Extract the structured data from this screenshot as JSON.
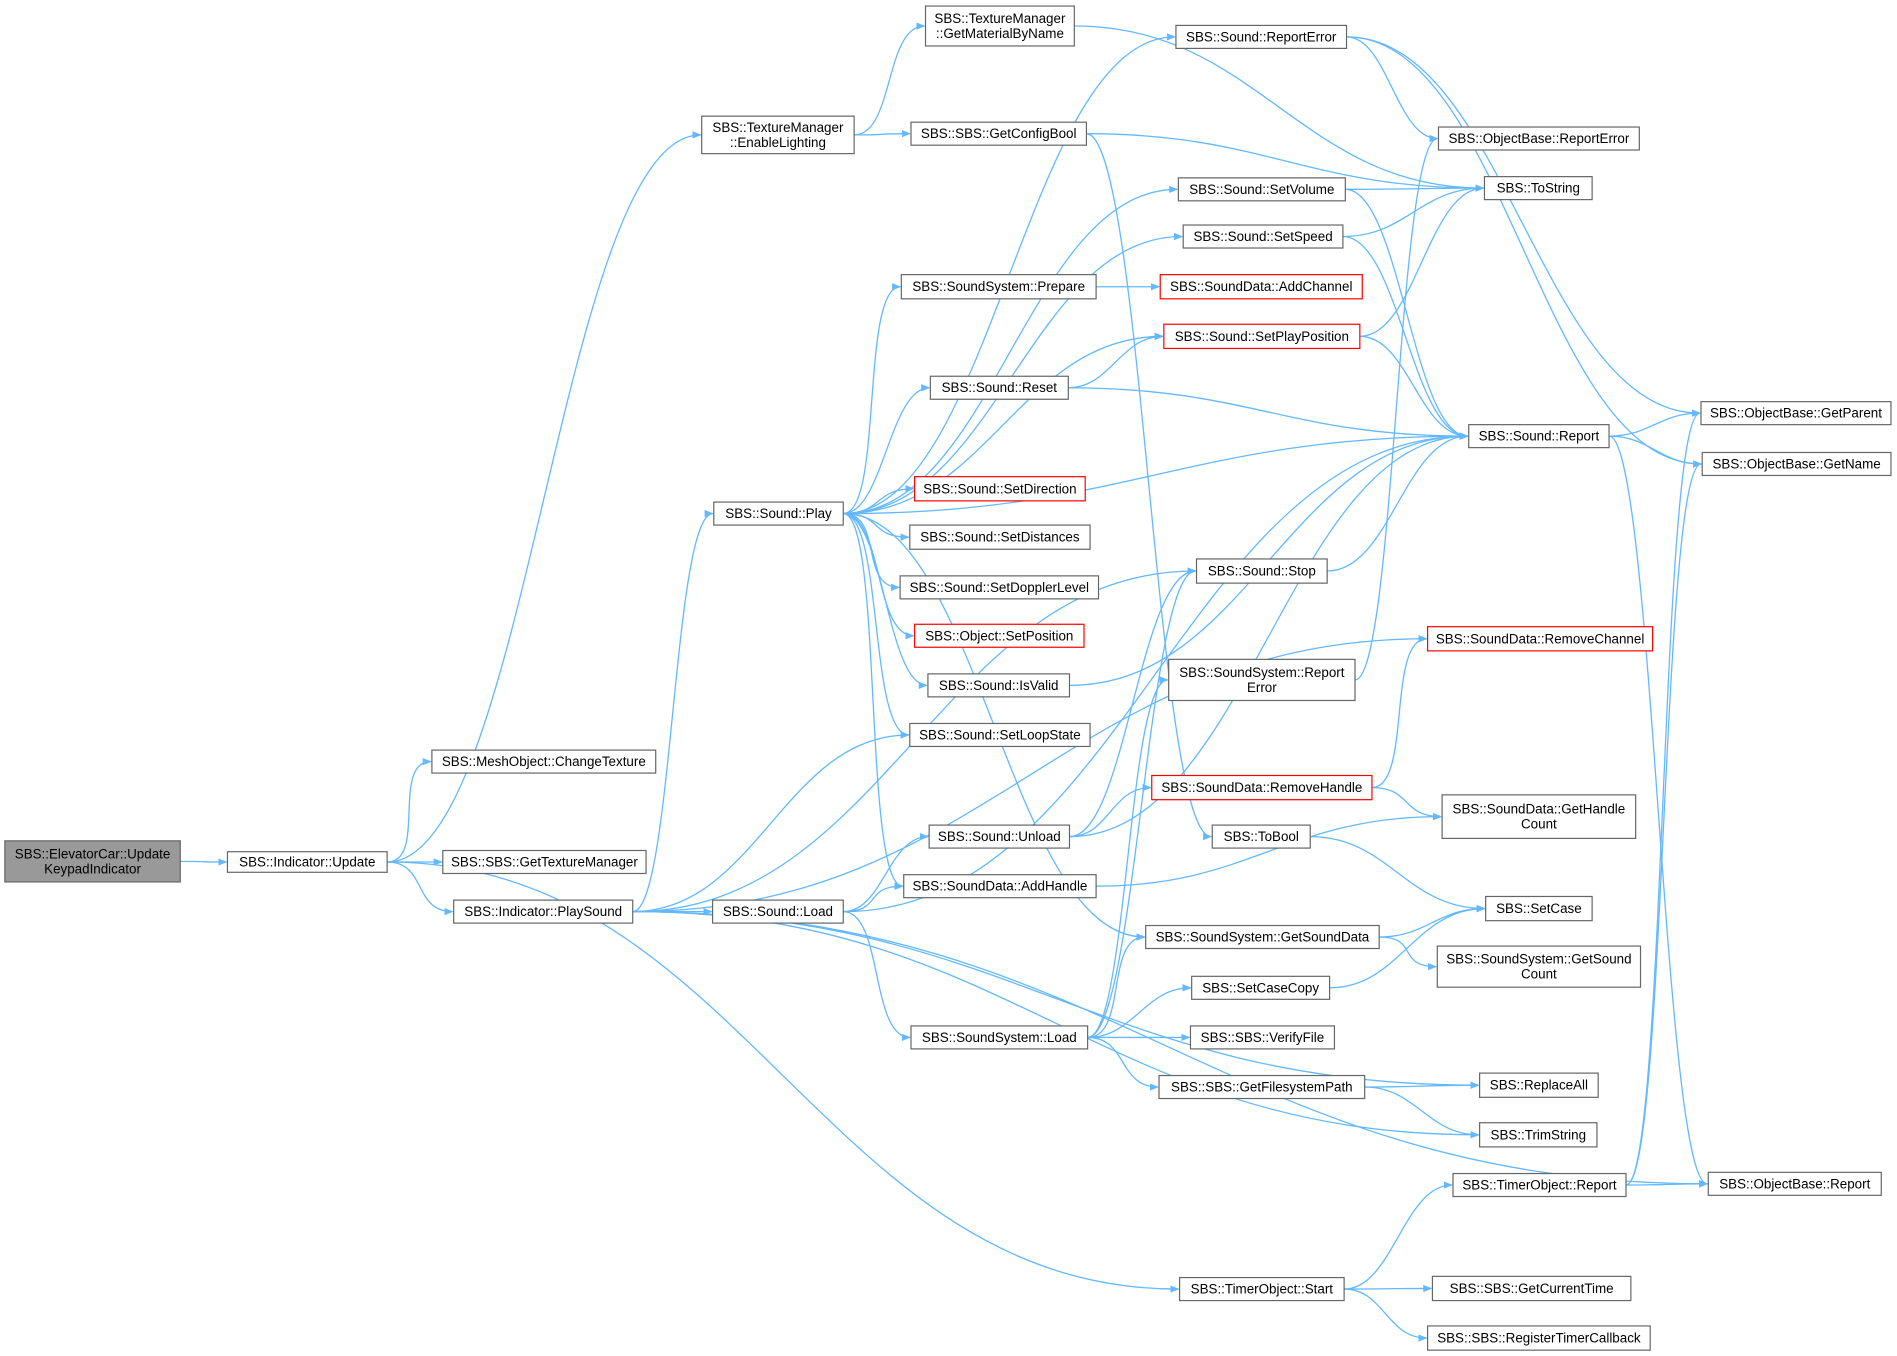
{
  "colors": {
    "edge": "#63b8ff",
    "normal_border": "#666666",
    "normal_fill": "#ffffff",
    "truncated_border": "#ff0000",
    "root_fill": "#999999",
    "root_border": "#666666"
  },
  "nodes": {
    "root": {
      "lines": [
        "SBS::ElevatorCar::Update",
        "KeypadIndicator"
      ],
      "style": "root"
    },
    "ind_update": {
      "lines": [
        "SBS::Indicator::Update"
      ],
      "style": "normal"
    },
    "mesh_change": {
      "lines": [
        "SBS::MeshObject::ChangeTexture"
      ],
      "style": "normal"
    },
    "get_texmgr": {
      "lines": [
        "SBS::SBS::GetTextureManager"
      ],
      "style": "normal"
    },
    "ind_playsound": {
      "lines": [
        "SBS::Indicator::PlaySound"
      ],
      "style": "normal"
    },
    "tex_enable": {
      "lines": [
        "SBS::TextureManager",
        "::EnableLighting"
      ],
      "style": "normal"
    },
    "tex_getmat": {
      "lines": [
        "SBS::TextureManager",
        "::GetMaterialByName"
      ],
      "style": "normal"
    },
    "sound_play": {
      "lines": [
        "SBS::Sound::Play"
      ],
      "style": "normal"
    },
    "sound_load": {
      "lines": [
        "SBS::Sound::Load"
      ],
      "style": "normal"
    },
    "get_configbool": {
      "lines": [
        "SBS::SBS::GetConfigBool"
      ],
      "style": "normal"
    },
    "ss_prepare": {
      "lines": [
        "SBS::SoundSystem::Prepare"
      ],
      "style": "normal"
    },
    "sound_reset": {
      "lines": [
        "SBS::Sound::Reset"
      ],
      "style": "normal"
    },
    "sound_setdirection": {
      "lines": [
        "SBS::Sound::SetDirection"
      ],
      "style": "truncated"
    },
    "sound_setdistances": {
      "lines": [
        "SBS::Sound::SetDistances"
      ],
      "style": "normal"
    },
    "sound_setdoppler": {
      "lines": [
        "SBS::Sound::SetDopplerLevel"
      ],
      "style": "normal"
    },
    "obj_setposition": {
      "lines": [
        "SBS::Object::SetPosition"
      ],
      "style": "truncated"
    },
    "sound_isvalid": {
      "lines": [
        "SBS::Sound::IsValid"
      ],
      "style": "normal"
    },
    "sound_setloop": {
      "lines": [
        "SBS::Sound::SetLoopState"
      ],
      "style": "normal"
    },
    "sound_unload": {
      "lines": [
        "SBS::Sound::Unload"
      ],
      "style": "normal"
    },
    "sd_addhandle": {
      "lines": [
        "SBS::SoundData::AddHandle"
      ],
      "style": "normal"
    },
    "ss_load": {
      "lines": [
        "SBS::SoundSystem::Load"
      ],
      "style": "normal"
    },
    "sound_reporterror": {
      "lines": [
        "SBS::Sound::ReportError"
      ],
      "style": "normal"
    },
    "sound_setvolume": {
      "lines": [
        "SBS::Sound::SetVolume"
      ],
      "style": "normal"
    },
    "sound_setspeed": {
      "lines": [
        "SBS::Sound::SetSpeed"
      ],
      "style": "normal"
    },
    "sd_addchannel": {
      "lines": [
        "SBS::SoundData::AddChannel"
      ],
      "style": "truncated"
    },
    "sound_setplaypos": {
      "lines": [
        "SBS::Sound::SetPlayPosition"
      ],
      "style": "truncated"
    },
    "sound_stop": {
      "lines": [
        "SBS::Sound::Stop"
      ],
      "style": "normal"
    },
    "ss_reporterror": {
      "lines": [
        "SBS::SoundSystem::Report",
        "Error"
      ],
      "style": "normal"
    },
    "sd_removehandle": {
      "lines": [
        "SBS::SoundData::RemoveHandle"
      ],
      "style": "truncated"
    },
    "tobool": {
      "lines": [
        "SBS::ToBool"
      ],
      "style": "normal"
    },
    "ss_getsounddata": {
      "lines": [
        "SBS::SoundSystem::GetSoundData"
      ],
      "style": "normal"
    },
    "setcasecopy": {
      "lines": [
        "SBS::SetCaseCopy"
      ],
      "style": "normal"
    },
    "verifyfile": {
      "lines": [
        "SBS::SBS::VerifyFile"
      ],
      "style": "normal"
    },
    "getfspath": {
      "lines": [
        "SBS::SBS::GetFilesystemPath"
      ],
      "style": "normal"
    },
    "timer_start": {
      "lines": [
        "SBS::TimerObject::Start"
      ],
      "style": "normal"
    },
    "ob_reporterror": {
      "lines": [
        "SBS::ObjectBase::ReportError"
      ],
      "style": "normal"
    },
    "tostring": {
      "lines": [
        "SBS::ToString"
      ],
      "style": "normal"
    },
    "sound_report": {
      "lines": [
        "SBS::Sound::Report"
      ],
      "style": "normal"
    },
    "sd_removechannel": {
      "lines": [
        "SBS::SoundData::RemoveChannel"
      ],
      "style": "truncated"
    },
    "sd_gethandlecount": {
      "lines": [
        "SBS::SoundData::GetHandle",
        "Count"
      ],
      "style": "normal"
    },
    "setcase": {
      "lines": [
        "SBS::SetCase"
      ],
      "style": "normal"
    },
    "ss_getsoundcount": {
      "lines": [
        "SBS::SoundSystem::GetSound",
        "Count"
      ],
      "style": "normal"
    },
    "replaceall": {
      "lines": [
        "SBS::ReplaceAll"
      ],
      "style": "normal"
    },
    "trimstring": {
      "lines": [
        "SBS::TrimString"
      ],
      "style": "normal"
    },
    "timer_report": {
      "lines": [
        "SBS::TimerObject::Report"
      ],
      "style": "normal"
    },
    "getcurrenttime": {
      "lines": [
        "SBS::SBS::GetCurrentTime"
      ],
      "style": "normal"
    },
    "registertimer": {
      "lines": [
        "SBS::SBS::RegisterTimerCallback"
      ],
      "style": "normal"
    },
    "ob_getparent": {
      "lines": [
        "SBS::ObjectBase::GetParent"
      ],
      "style": "normal"
    },
    "ob_getname": {
      "lines": [
        "SBS::ObjectBase::GetName"
      ],
      "style": "normal"
    },
    "ob_report": {
      "lines": [
        "SBS::ObjectBase::Report"
      ],
      "style": "normal"
    }
  },
  "edges": [
    [
      "root",
      "ind_update"
    ],
    [
      "ind_update",
      "mesh_change"
    ],
    [
      "ind_update",
      "tex_enable"
    ],
    [
      "ind_update",
      "get_texmgr"
    ],
    [
      "ind_update",
      "ind_playsound"
    ],
    [
      "ind_update",
      "timer_start"
    ],
    [
      "tex_enable",
      "tex_getmat"
    ],
    [
      "tex_enable",
      "get_configbool"
    ],
    [
      "tex_getmat",
      "tostring"
    ],
    [
      "ind_playsound",
      "sound_play"
    ],
    [
      "ind_playsound",
      "sound_setloop"
    ],
    [
      "ind_playsound",
      "sound_load"
    ],
    [
      "ind_playsound",
      "sd_removechannel"
    ],
    [
      "ind_playsound",
      "sound_stop"
    ],
    [
      "ind_playsound",
      "replaceall"
    ],
    [
      "ind_playsound",
      "trimstring"
    ],
    [
      "ind_playsound",
      "ob_report"
    ],
    [
      "sound_play",
      "sound_reporterror"
    ],
    [
      "sound_play",
      "sound_setvolume"
    ],
    [
      "sound_play",
      "sound_setspeed"
    ],
    [
      "sound_play",
      "ss_prepare"
    ],
    [
      "sound_play",
      "sound_setplaypos"
    ],
    [
      "sound_play",
      "sound_reset"
    ],
    [
      "sound_play",
      "sound_report"
    ],
    [
      "sound_play",
      "sound_setdirection"
    ],
    [
      "sound_play",
      "sound_setdistances"
    ],
    [
      "sound_play",
      "sound_setdoppler"
    ],
    [
      "sound_play",
      "obj_setposition"
    ],
    [
      "sound_play",
      "sound_isvalid"
    ],
    [
      "sound_play",
      "sound_setloop"
    ],
    [
      "sound_play",
      "sd_addhandle"
    ],
    [
      "sound_play",
      "ss_getsounddata"
    ],
    [
      "get_configbool",
      "tostring"
    ],
    [
      "get_configbool",
      "tobool"
    ],
    [
      "ss_prepare",
      "sd_addchannel"
    ],
    [
      "sound_reset",
      "sound_setplaypos"
    ],
    [
      "sound_reset",
      "sound_report"
    ],
    [
      "sound_isvalid",
      "sound_report"
    ],
    [
      "sound_load",
      "sound_unload"
    ],
    [
      "sound_load",
      "sd_addhandle"
    ],
    [
      "sound_load",
      "ss_load"
    ],
    [
      "sound_load",
      "sound_report"
    ],
    [
      "sound_unload",
      "sound_stop"
    ],
    [
      "sound_unload",
      "sd_removehandle"
    ],
    [
      "sound_unload",
      "sound_report"
    ],
    [
      "sd_addhandle",
      "sd_gethandlecount"
    ],
    [
      "ss_load",
      "ss_getsounddata"
    ],
    [
      "ss_load",
      "setcasecopy"
    ],
    [
      "ss_load",
      "verifyfile"
    ],
    [
      "ss_load",
      "getfspath"
    ],
    [
      "ss_load",
      "ss_reporterror"
    ],
    [
      "ss_load",
      "sound_stop"
    ],
    [
      "sound_reporterror",
      "ob_reporterror"
    ],
    [
      "sound_reporterror",
      "ob_getparent"
    ],
    [
      "sound_reporterror",
      "ob_getname"
    ],
    [
      "sound_setvolume",
      "tostring"
    ],
    [
      "sound_setvolume",
      "sound_report"
    ],
    [
      "sound_setspeed",
      "tostring"
    ],
    [
      "sound_setspeed",
      "sound_report"
    ],
    [
      "sound_setplaypos",
      "tostring"
    ],
    [
      "sound_setplaypos",
      "sound_report"
    ],
    [
      "sound_stop",
      "sound_report"
    ],
    [
      "ss_reporterror",
      "ob_reporterror"
    ],
    [
      "sd_removehandle",
      "sd_removechannel"
    ],
    [
      "sd_removehandle",
      "sd_gethandlecount"
    ],
    [
      "tobool",
      "setcase"
    ],
    [
      "ss_getsounddata",
      "setcase"
    ],
    [
      "ss_getsounddata",
      "ss_getsoundcount"
    ],
    [
      "setcasecopy",
      "setcase"
    ],
    [
      "getfspath",
      "replaceall"
    ],
    [
      "getfspath",
      "trimstring"
    ],
    [
      "sound_report",
      "ob_getparent"
    ],
    [
      "sound_report",
      "ob_getname"
    ],
    [
      "sound_report",
      "ob_report"
    ],
    [
      "timer_start",
      "timer_report"
    ],
    [
      "timer_start",
      "getcurrenttime"
    ],
    [
      "timer_start",
      "registertimer"
    ],
    [
      "timer_report",
      "ob_getparent"
    ],
    [
      "timer_report",
      "ob_getname"
    ],
    [
      "timer_report",
      "ob_report"
    ]
  ]
}
